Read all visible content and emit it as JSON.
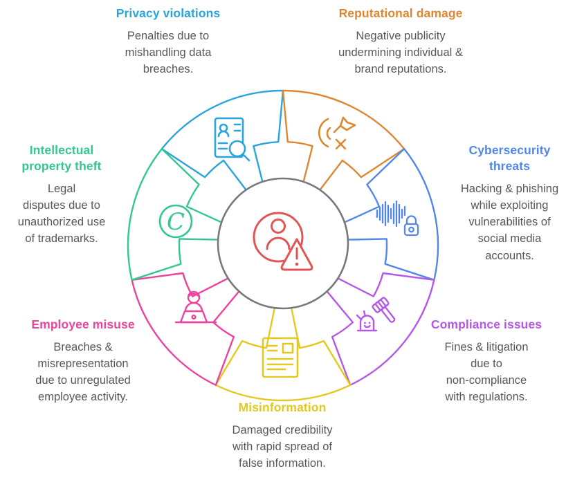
{
  "diagram": {
    "name": "Risks of social media wheel",
    "text_color": "#565759",
    "center": {
      "icon": "person-alert-icon",
      "icon_color": "#E05454",
      "ring_color": "#77787B"
    },
    "segments": [
      {
        "id": "privacy-violations",
        "title": "Privacy violations",
        "description": "Penalties due to\nmishandling data\nbreaches.",
        "color": "#29A4DC",
        "icon": "id-card-search-icon"
      },
      {
        "id": "reputational-damage",
        "title": "Reputational damage",
        "description": "Negative publicity\nundermining individual &\nbrand reputations.",
        "color": "#DF8631",
        "icon": "radar-dart-icon"
      },
      {
        "id": "cybersecurity-threats",
        "title": "Cybersecurity\nthreats",
        "description": "Hacking & phishing\nwhile exploiting\nvulnerabilities of\nsocial media\naccounts.",
        "color": "#5186EC",
        "icon": "waveform-lock-icon"
      },
      {
        "id": "compliance-issues",
        "title": "Compliance issues",
        "description": "Fines & litigation\ndue to\nnon-compliance\nwith regulations.",
        "color": "#B558E8",
        "icon": "gavel-smiley-icon"
      },
      {
        "id": "misinformation",
        "title": "Misinformation",
        "description": "Damaged credibility\nwith rapid spread of\nfalse information.",
        "color": "#E3C91F",
        "icon": "newspaper-icon"
      },
      {
        "id": "employee-misuse",
        "title": "Employee misuse",
        "description": "Breaches &\nmisrepresentation\ndue to unregulated\nemployee activity.",
        "color": "#EC449C",
        "icon": "person-laptop-icon"
      },
      {
        "id": "intellectual-property-theft",
        "title": "Intellectual\nproperty theft",
        "description": "Legal\ndisputes due to\nunauthorized use\nof trademarks.",
        "color": "#33C78E",
        "icon": "copyright-icon"
      }
    ]
  }
}
